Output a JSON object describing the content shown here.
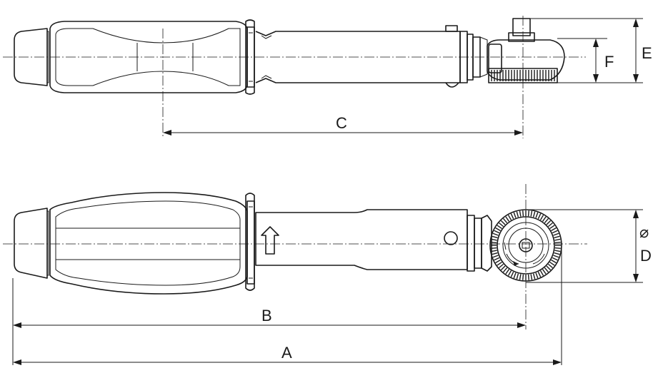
{
  "dimensions": {
    "A": "A",
    "B": "B",
    "C": "C",
    "D": "D",
    "diameter_symbol": "⌀",
    "E": "E",
    "F": "F"
  },
  "colors": {
    "line": "#1a1a1a",
    "background": "#ffffff"
  }
}
